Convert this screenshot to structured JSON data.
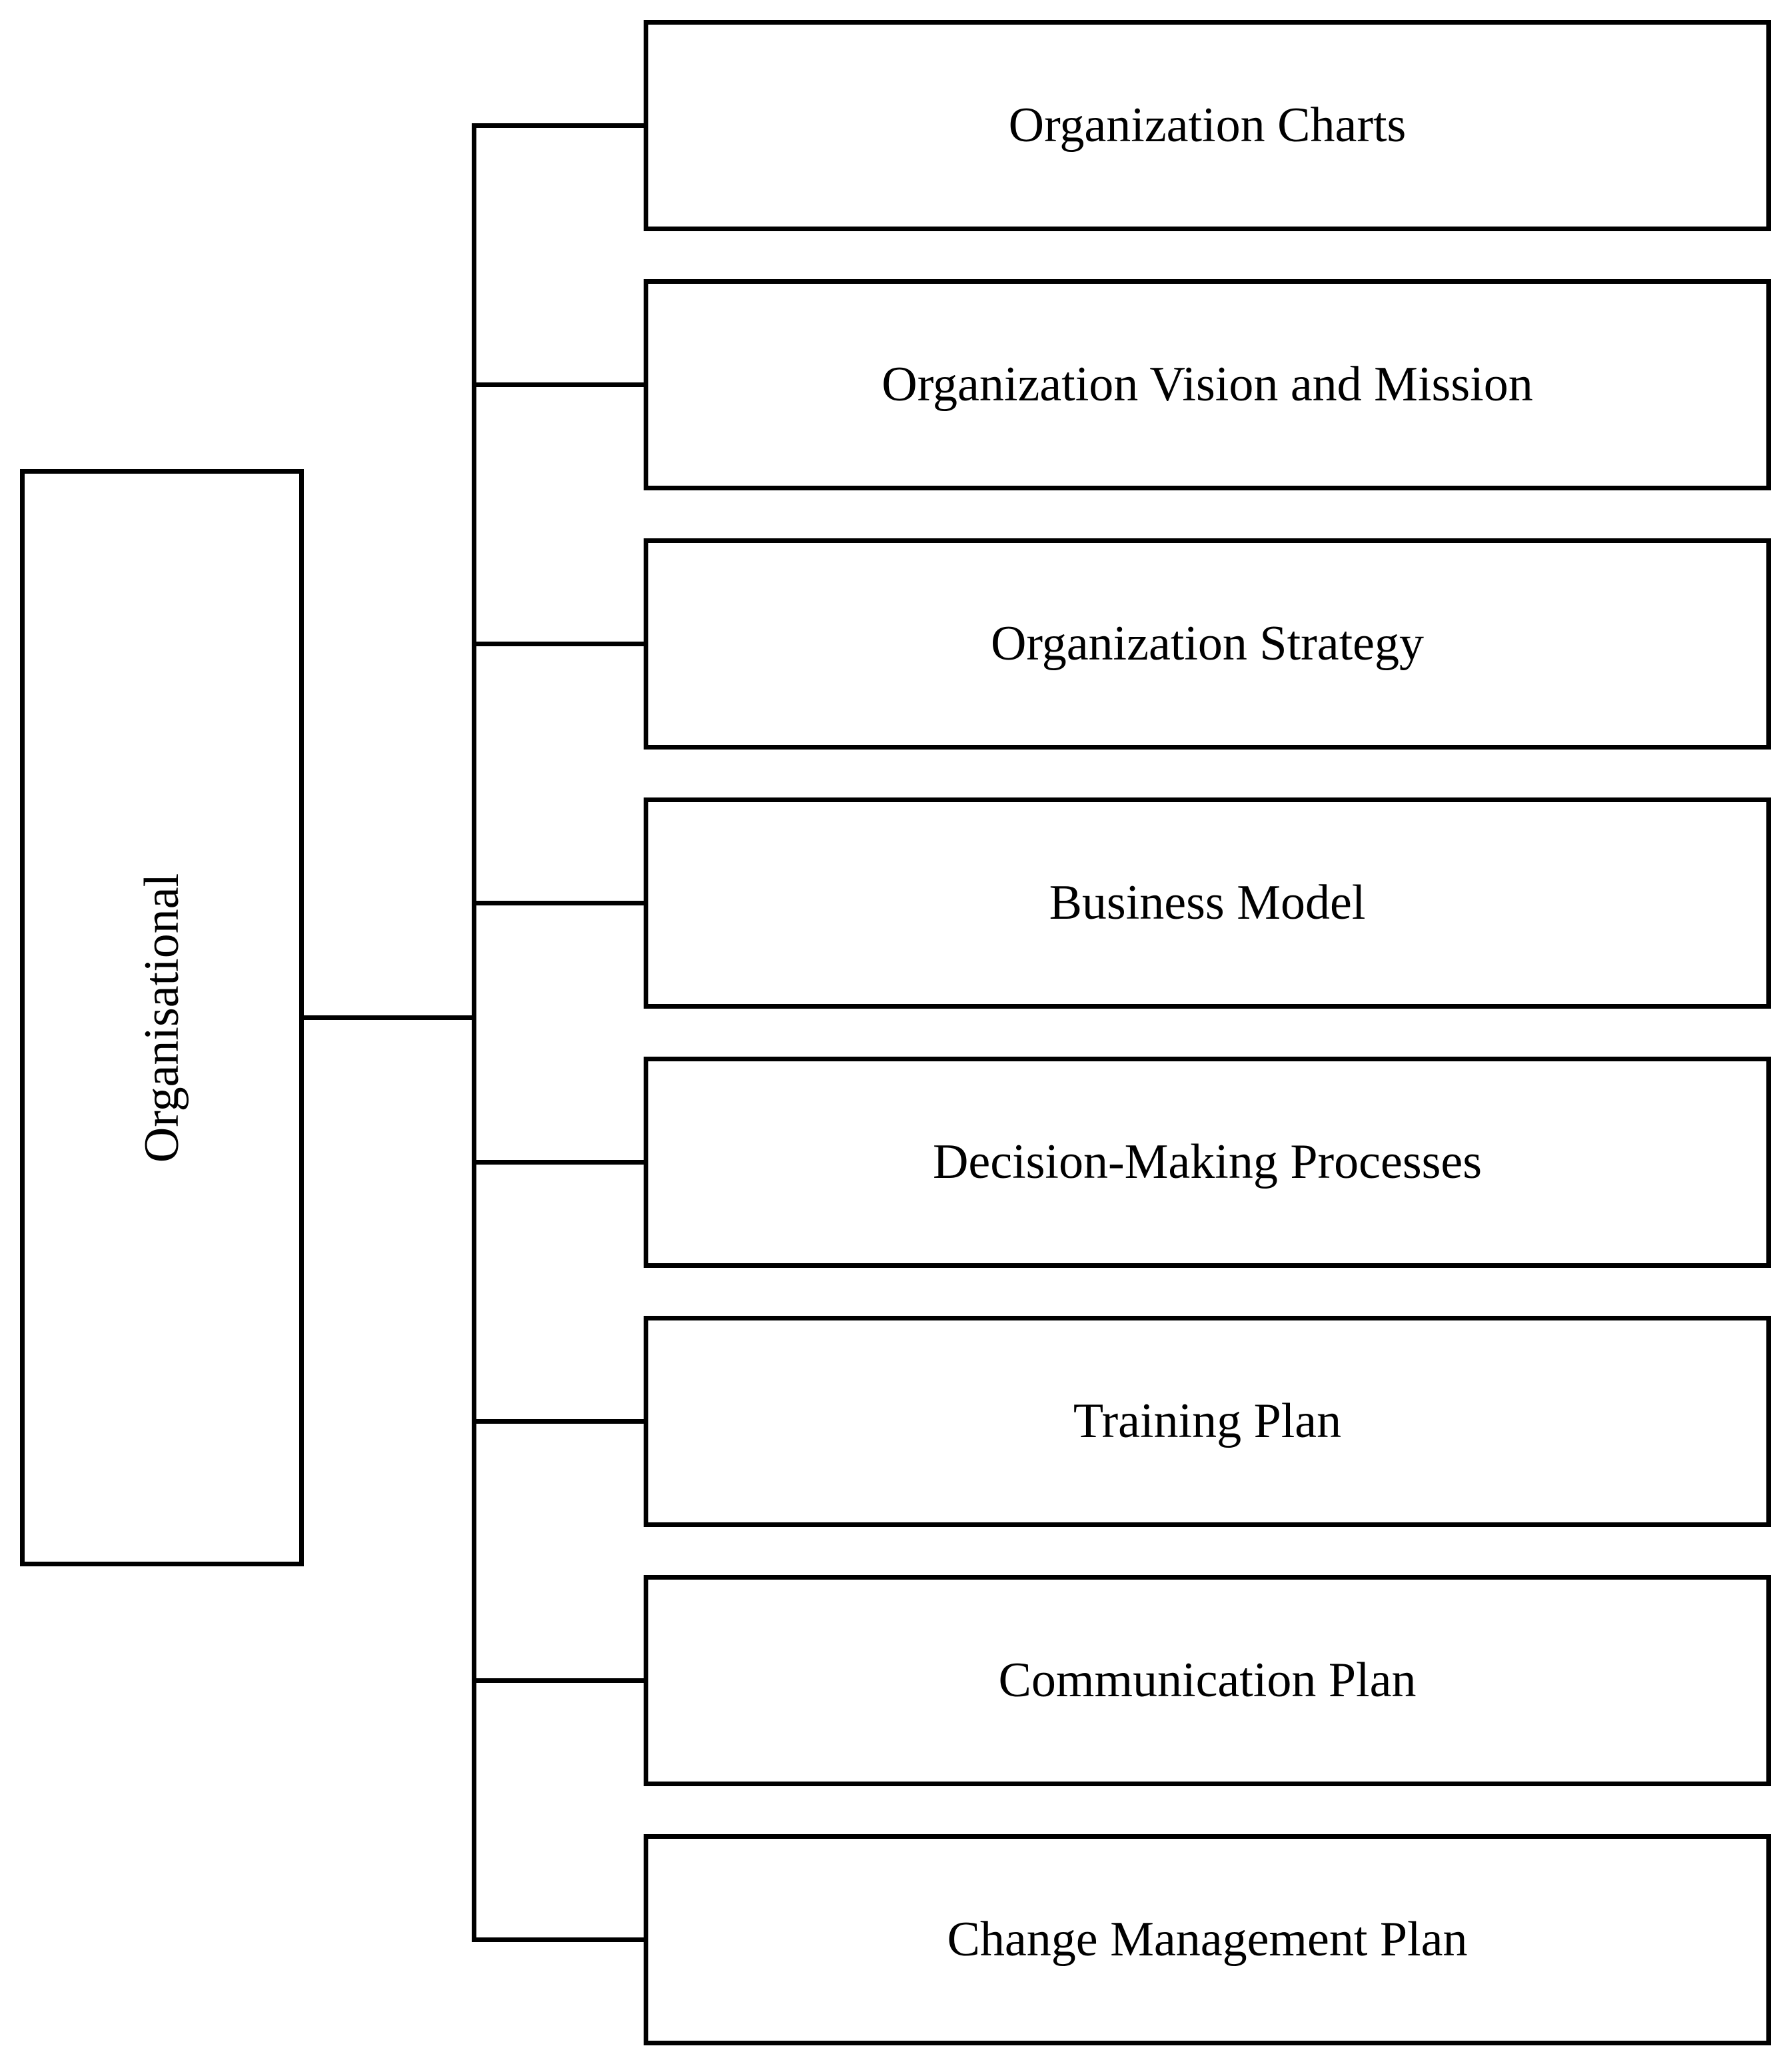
{
  "diagram": {
    "type": "tree",
    "orientation": "left-to-right",
    "root": {
      "label": "Organisational"
    },
    "children": [
      {
        "label": "Organization Charts"
      },
      {
        "label": "Organization Vision and Mission"
      },
      {
        "label": "Organization Strategy"
      },
      {
        "label": "Business Model"
      },
      {
        "label": "Decision-Making Processes"
      },
      {
        "label": "Training Plan"
      },
      {
        "label": "Communication Plan"
      },
      {
        "label": "Change Management Plan"
      }
    ],
    "colors": {
      "border": "#000000",
      "background": "#ffffff",
      "text": "#000000",
      "line": "#000000"
    }
  }
}
